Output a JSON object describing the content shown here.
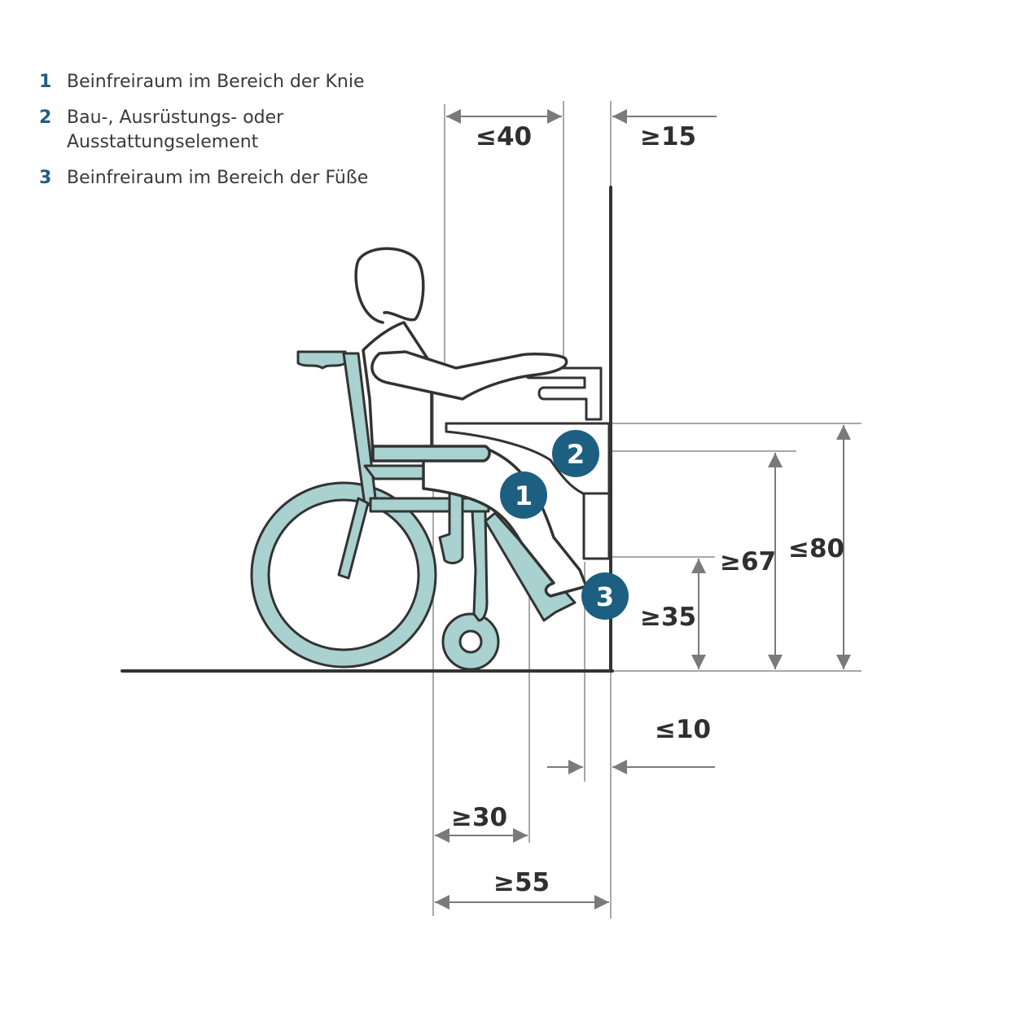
{
  "legend": [
    {
      "num": "1",
      "text": "Beinfreiraum im Bereich der Knie"
    },
    {
      "num": "2",
      "text": "Bau-, Ausrüstungs- oder\nAusstattungselement"
    },
    {
      "num": "3",
      "text": "Beinfreiraum im Bereich der Füße"
    }
  ],
  "badges": {
    "one": "1",
    "two": "2",
    "three": "3"
  },
  "dimensions": {
    "reach_max": "≤40",
    "element_depth_min": "≥15",
    "table_height_max": "≤80",
    "knee_height_min": "≥67",
    "toe_height_min": "≥35",
    "toe_recess_max": "≤10",
    "knee_depth_min": "≥30",
    "foot_depth_min": "≥55"
  },
  "colors": {
    "accent": "#1d5f80",
    "wheelchair_fill": "#a8d1cf",
    "line": "#333333",
    "dim_line": "#808080"
  }
}
